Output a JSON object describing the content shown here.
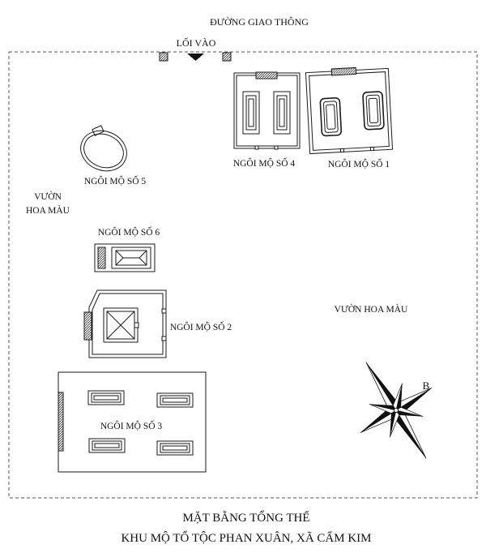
{
  "road_label": "ĐƯỜNG GIAO THÔNG",
  "entrance_label": "LỐI VÀO",
  "tombs": {
    "tomb1": "NGÔI MỘ SỐ 1",
    "tomb2": "NGÔI MỘ SỐ 2",
    "tomb3": "NGÔI MỘ SỐ 3",
    "tomb4": "NGÔI MỘ SỐ 4",
    "tomb5": "NGÔI MỘ SỐ 5",
    "tomb6": "NGÔI MỘ SỐ 6"
  },
  "garden_left_line1": "VƯỜN",
  "garden_left_line2": "HOA MÀU",
  "garden_right": "VƯỜN HOA MÀU",
  "north_label": "B",
  "caption_line1": "MẶT BẰNG TỔNG THỂ",
  "caption_line2": "KHU MỘ TỔ TỘC PHAN XUÂN, XÃ CẨM KIM",
  "colors": {
    "line": "#1a1a1a",
    "background": "#ffffff"
  }
}
